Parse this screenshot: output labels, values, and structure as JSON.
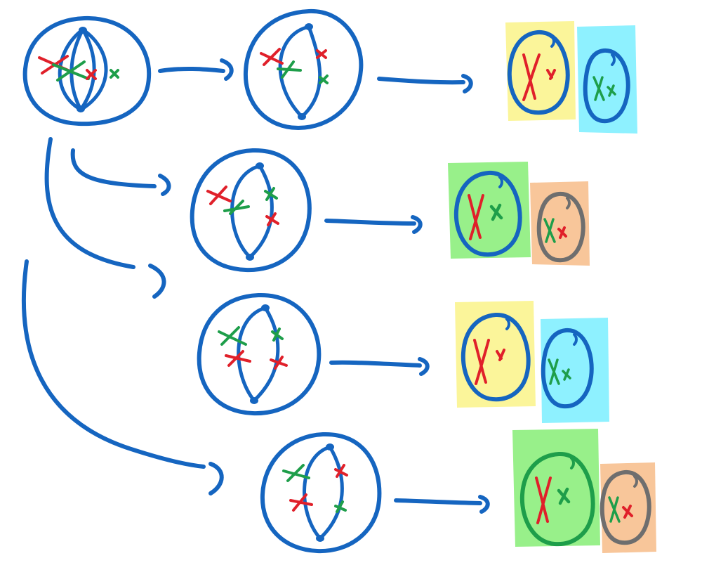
{
  "colors": {
    "membrane": "#1565c0",
    "chromosome_red": "#e0202a",
    "chromosome_green": "#1e9e4a",
    "hl_yellow": "#fbf59a",
    "hl_cyan": "#8ef1ff",
    "hl_green": "#98f08a",
    "hl_orange": "#f8c69a",
    "gray": "#6e6e6e"
  },
  "rows": [
    {
      "parent_cell": {
        "chromosomes": [
          "big-red",
          "big-green",
          "small-red",
          "small-green"
        ]
      },
      "dividing_cell": {
        "chromosomes": [
          "big-red",
          "big-green",
          "small-red",
          "small-green"
        ]
      },
      "daughter_cells": [
        {
          "highlight": "yellow",
          "outline": "blue",
          "chromosomes": [
            "big-red",
            "small-red"
          ]
        },
        {
          "highlight": "cyan",
          "outline": "blue",
          "chromosomes": [
            "big-green",
            "small-green"
          ]
        }
      ]
    },
    {
      "dividing_cell": {
        "chromosomes": [
          "big-red",
          "big-green",
          "small-green",
          "small-red"
        ]
      },
      "daughter_cells": [
        {
          "highlight": "green",
          "outline": "blue",
          "chromosomes": [
            "big-red",
            "small-green"
          ]
        },
        {
          "highlight": "orange",
          "outline": "gray",
          "chromosomes": [
            "big-green",
            "small-red"
          ]
        }
      ]
    },
    {
      "dividing_cell": {
        "chromosomes": [
          "big-green",
          "big-red",
          "small-green",
          "small-red"
        ]
      },
      "daughter_cells": [
        {
          "highlight": "yellow",
          "outline": "blue",
          "chromosomes": [
            "big-red",
            "small-red"
          ]
        },
        {
          "highlight": "cyan",
          "outline": "blue",
          "chromosomes": [
            "big-green",
            "small-green"
          ]
        }
      ]
    },
    {
      "dividing_cell": {
        "chromosomes": [
          "big-green",
          "big-red",
          "small-red",
          "small-green"
        ]
      },
      "daughter_cells": [
        {
          "highlight": "green",
          "outline": "green",
          "chromosomes": [
            "big-red",
            "small-green"
          ]
        },
        {
          "highlight": "orange",
          "outline": "gray",
          "chromosomes": [
            "big-green",
            "small-red"
          ]
        }
      ]
    }
  ]
}
